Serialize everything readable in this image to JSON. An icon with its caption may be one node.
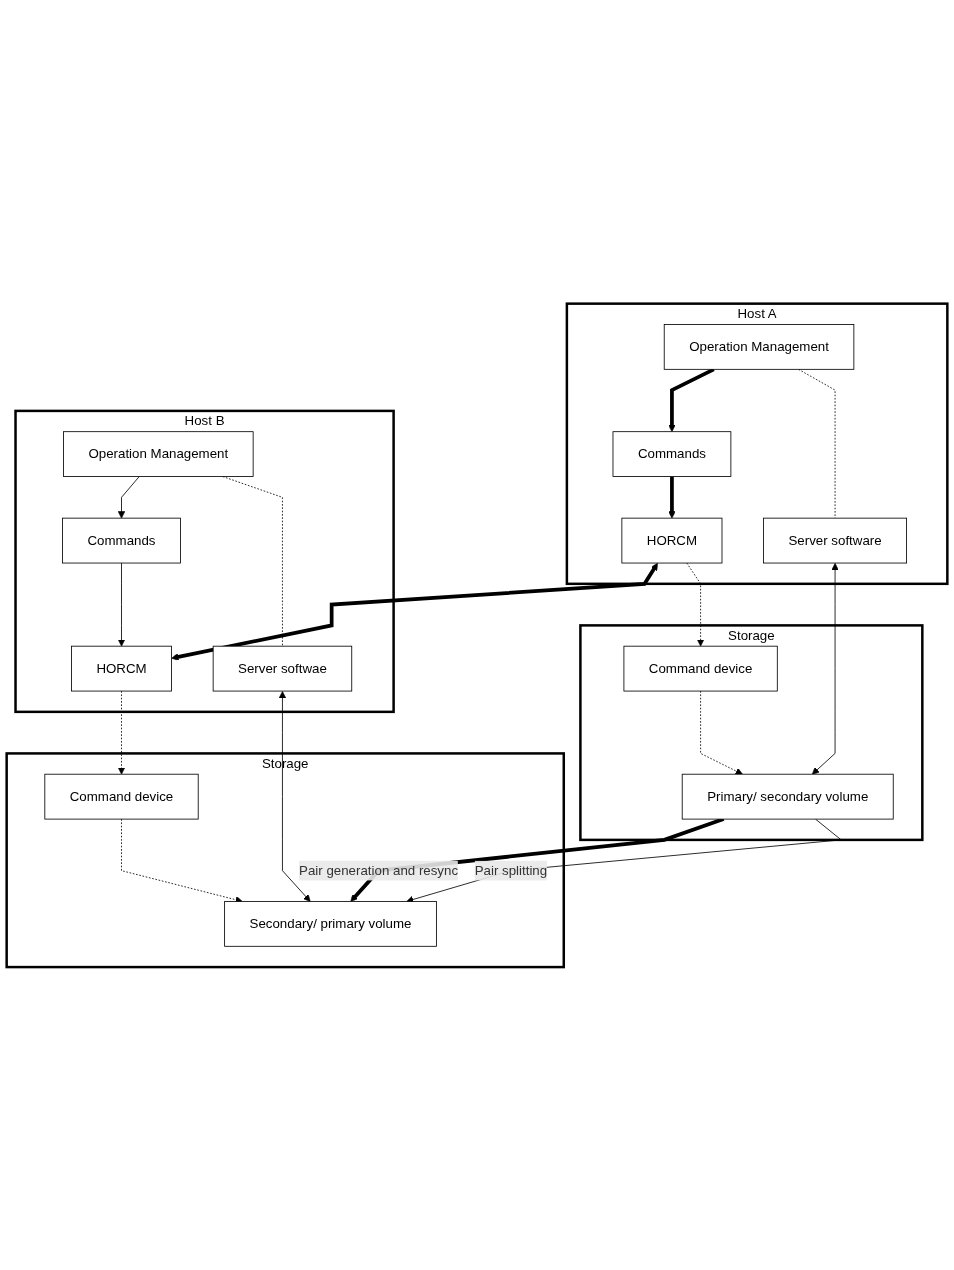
{
  "diagram": {
    "nodes": [
      {
        "text": [
          "Host A"
        ]
      },
      {
        "text": [
          "Operation Management"
        ],
        "in": 0
      },
      {
        "text": [
          "Commands"
        ],
        "in": 0
      },
      {
        "text": [
          "Server software"
        ],
        "in": 0
      },
      {
        "text": [
          "HORCM"
        ],
        "in": 0
      },
      {
        "text": [
          "Host B"
        ]
      },
      {
        "text": [
          "Commands"
        ],
        "in": 5
      },
      {
        "text": [
          "Operation Management"
        ],
        "in": 5
      },
      {
        "text": [
          "HORCM"
        ],
        "in": 5
      },
      {
        "text": [
          "Server softwae"
        ],
        "in": 5
      },
      {
        "text": [
          "Storage"
        ]
      },
      {
        "text": [
          "Command device"
        ],
        "in": 10
      },
      {
        "text": [
          "Primary/ secondary volume"
        ],
        "in": 10
      },
      {
        "text": [
          "Storage"
        ]
      },
      {
        "text": [
          "Command device"
        ],
        "in": 13
      },
      {
        "text": [
          "Secondary/ primary volume"
        ],
        "in": 13
      }
    ],
    "edges": [
      {
        "from": 1,
        "to": 2,
        "arrow": "to",
        "style": "thick"
      },
      {
        "from": 2,
        "to": 4,
        "arrow": "to",
        "style": "thick"
      },
      {
        "from": 1,
        "to": 3,
        "arrow": "none",
        "style": "dashed"
      },
      {
        "from": 4,
        "to": 8,
        "arrow": "both",
        "style": "thick"
      },
      {
        "from": 4,
        "to": 11,
        "arrow": "to",
        "style": "dashed"
      },
      {
        "from": 7,
        "to": 6,
        "arrow": "to"
      },
      {
        "from": 6,
        "to": 8,
        "arrow": "to"
      },
      {
        "from": 7,
        "to": 9,
        "arrow": "none",
        "style": "dashed"
      },
      {
        "from": 3,
        "to": 12,
        "arrow": "both"
      },
      {
        "from": 9,
        "to": 15,
        "arrow": "both"
      },
      {
        "from": 11,
        "to": 12,
        "arrow": "to",
        "style": "dashed"
      },
      {
        "from": 8,
        "to": 14,
        "arrow": "to",
        "style": "dashed"
      },
      {
        "from": 12,
        "to": 15,
        "arrow": "to",
        "style": "thick",
        "label": "Pair generation and resync"
      },
      {
        "from": 14,
        "to": 15,
        "arrow": "to",
        "style": "dashed"
      },
      {
        "from": 12,
        "to": 15,
        "arrow": "to",
        "label": "Pair splitting"
      }
    ]
  }
}
